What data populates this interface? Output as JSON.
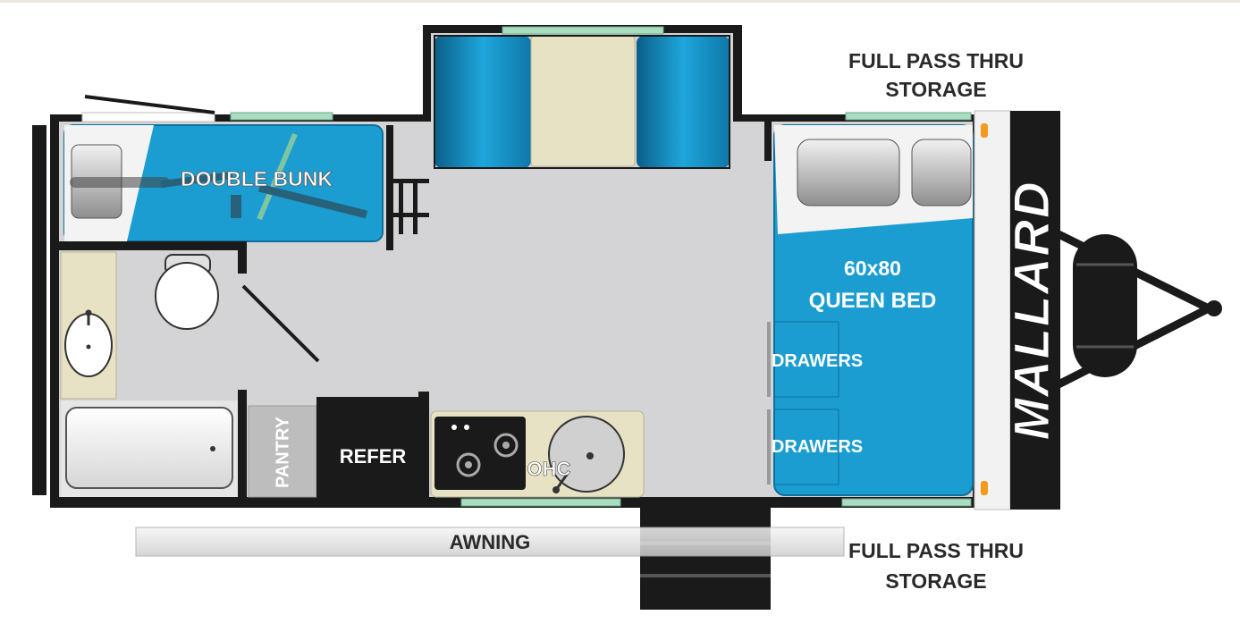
{
  "labels": {
    "double_bunk": "DOUBLE BUNK",
    "bed_size": "60x80",
    "bed_name": "QUEEN BED",
    "drawers_1": "DRAWERS",
    "drawers_2": "DRAWERS",
    "pantry": "PANTRY",
    "refer": "REFER",
    "ohc": "OHC",
    "awning": "AWNING",
    "storage_top_line1": "FULL PASS THRU",
    "storage_top_line2": "STORAGE",
    "storage_bottom_line1": "FULL PASS THRU",
    "storage_bottom_line2": "STORAGE",
    "brand": "MALLARD"
  },
  "colors": {
    "floor": "#d4d4d6",
    "wall": "#1a1a1a",
    "blue": "#1b9dd2",
    "blue_dark": "#0e6f9c",
    "cream": "#e8e2c4",
    "window": "#a9dcc0"
  }
}
